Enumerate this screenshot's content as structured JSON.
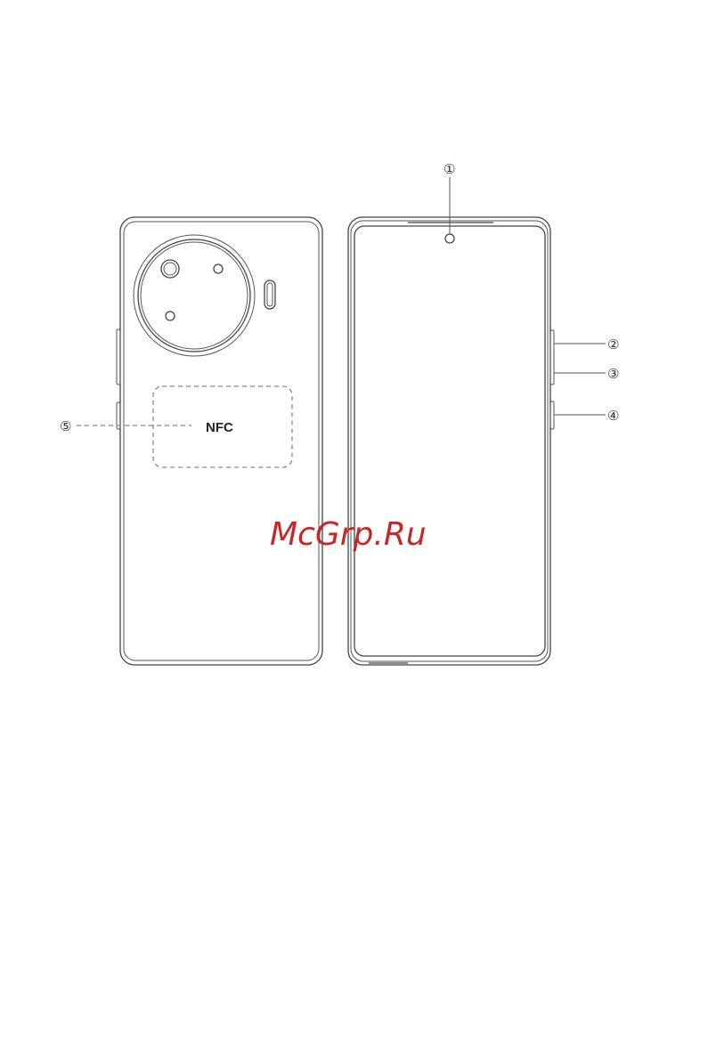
{
  "callouts": {
    "c1": "①",
    "c2": "②",
    "c3": "③",
    "c4": "④",
    "c5": "⑤"
  },
  "nfc_label": "NFC",
  "watermark": "McGrp.Ru",
  "colors": {
    "outline": "#444444",
    "dashed": "#888888",
    "watermark": "#c62828"
  }
}
